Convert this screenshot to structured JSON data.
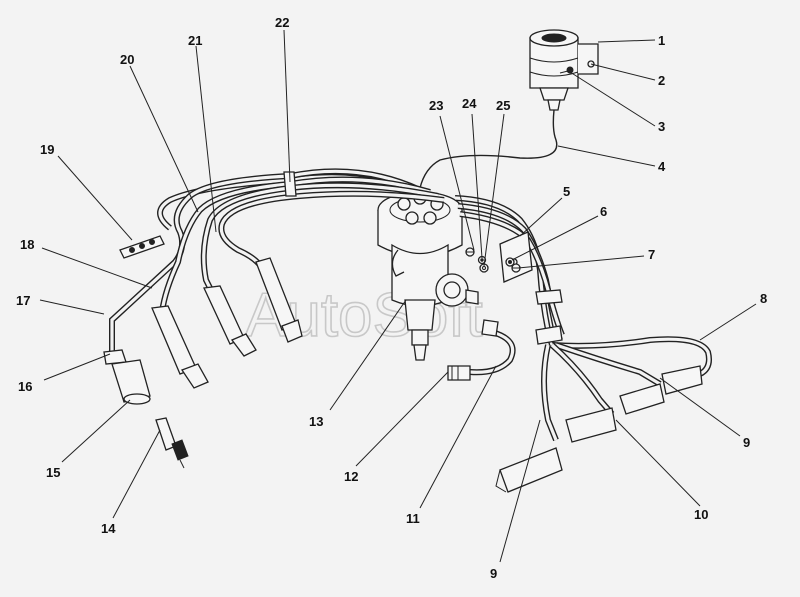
{
  "watermark": "AutoSoft",
  "callouts": [
    "1",
    "2",
    "3",
    "4",
    "5",
    "6",
    "7",
    "8",
    "9",
    "9",
    "10",
    "11",
    "12",
    "13",
    "14",
    "15",
    "16",
    "17",
    "18",
    "19",
    "20",
    "21",
    "22",
    "23",
    "24",
    "25"
  ],
  "colors": {
    "background": "#f3f3f3",
    "ink": "#222222",
    "watermark": "#c8c8c8"
  }
}
